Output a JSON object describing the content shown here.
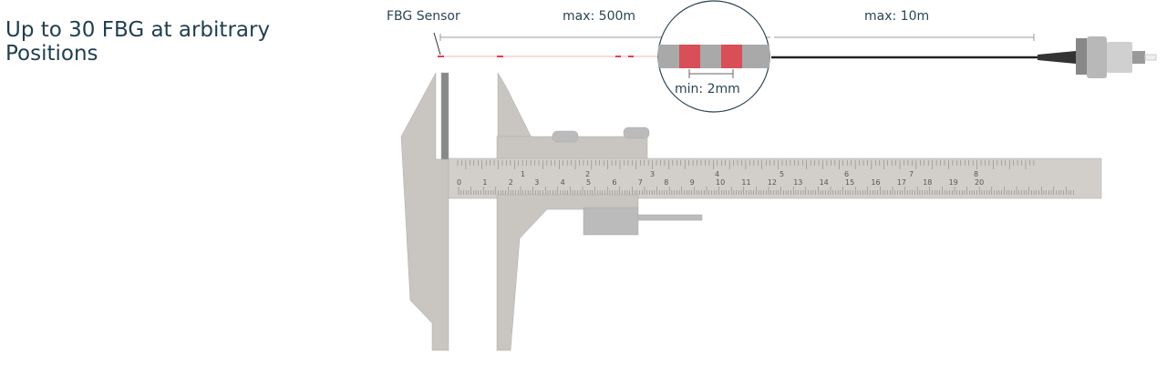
{
  "title": "Up to 30 FBG at arbitrary Positions",
  "labels": {
    "sensor": "FBG Sensor",
    "max_fiber": "max: 500m",
    "max_lead": "max: 10m",
    "min_spacing": "min: 2mm"
  },
  "colors": {
    "text": "#1f3f4f",
    "grating": "#e0404a",
    "caliper": "#c9c6c1",
    "circle": "#2a4552"
  },
  "scale": {
    "inch": [
      "1",
      "2",
      "3",
      "4",
      "5",
      "6",
      "7",
      "8"
    ],
    "cm": [
      "0",
      "1",
      "2",
      "3",
      "4",
      "5",
      "6",
      "7",
      "8",
      "9",
      "10",
      "11",
      "12",
      "13",
      "14",
      "15",
      "16",
      "17",
      "18",
      "19",
      "20"
    ]
  }
}
